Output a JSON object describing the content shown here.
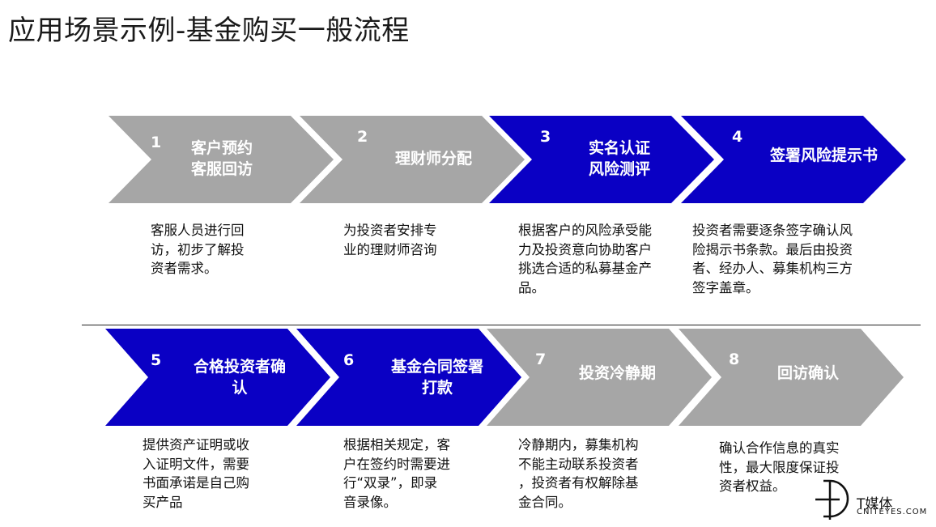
{
  "title": "应用场景示例-基金购买一般流程",
  "colors": {
    "gray": "#a6a6a6",
    "blue": "#0a00c4",
    "text": "#111111"
  },
  "stages": [
    {
      "num": "1",
      "label": "客户预约\n客服回访",
      "color": "gray",
      "desc": "客服人员进行回\n访，初步了解投\n资者需求。"
    },
    {
      "num": "2",
      "label": "理财师分配",
      "color": "gray",
      "desc": "为投资者安排专\n业的理财师咨询"
    },
    {
      "num": "3",
      "label": "实名认证\n风险测评",
      "color": "blue",
      "desc": "根据客户的风险承受能\n力及投资意向协助客户\n挑选合适的私募基金产\n品。"
    },
    {
      "num": "4",
      "label": "签署风险提示书",
      "color": "blue",
      "desc": "投资者需要逐条签字确认风\n险揭示书条款。最后由投资\n者、经办人、募集机构三方\n签字盖章。"
    },
    {
      "num": "5",
      "label": "合格投资者确\n认",
      "color": "blue",
      "desc": "提供资产证明或收\n入证明文件，需要\n书面承诺是自己购\n买产品"
    },
    {
      "num": "6",
      "label": "基金合同签署\n打款",
      "color": "blue",
      "desc": "根据相关规定，客\n户在签约时需要进\n行“双录”，即录\n音录像。"
    },
    {
      "num": "7",
      "label": "投资冷静期",
      "color": "gray",
      "desc": "冷静期内，募集机构\n不能主动联系投资者\n，投资者有权解除基\n金合同。"
    },
    {
      "num": "8",
      "label": "回访确认",
      "color": "gray",
      "desc": "确认合作信息的真实\n性，最大限度保证投\n资者权益。"
    }
  ],
  "logo": {
    "brand": "T媒体",
    "site": "CNITEYES.COM",
    "icon": "t-media-logo"
  }
}
